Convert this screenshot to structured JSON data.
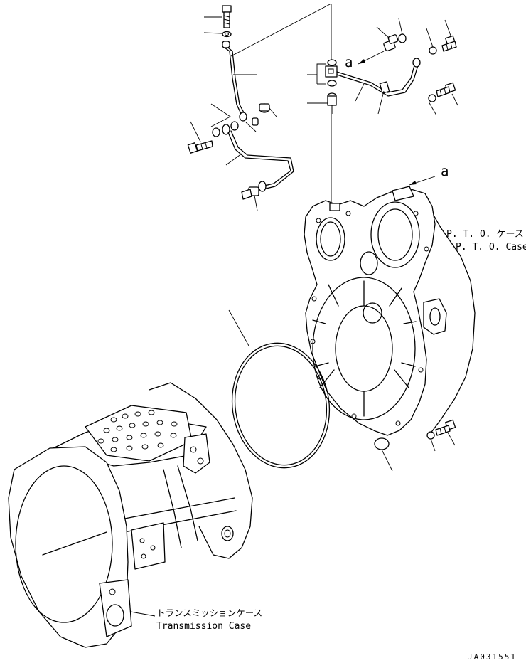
{
  "labels": {
    "pto_case_jp": "P. T. O. ケース",
    "pto_case_en": "P. T. O. Case",
    "trans_case_jp": "トランスミッションケース",
    "trans_case_en": "Transmission Case",
    "ref_a_top": "a",
    "ref_a_right": "a",
    "drawing_number": "JA031551"
  }
}
